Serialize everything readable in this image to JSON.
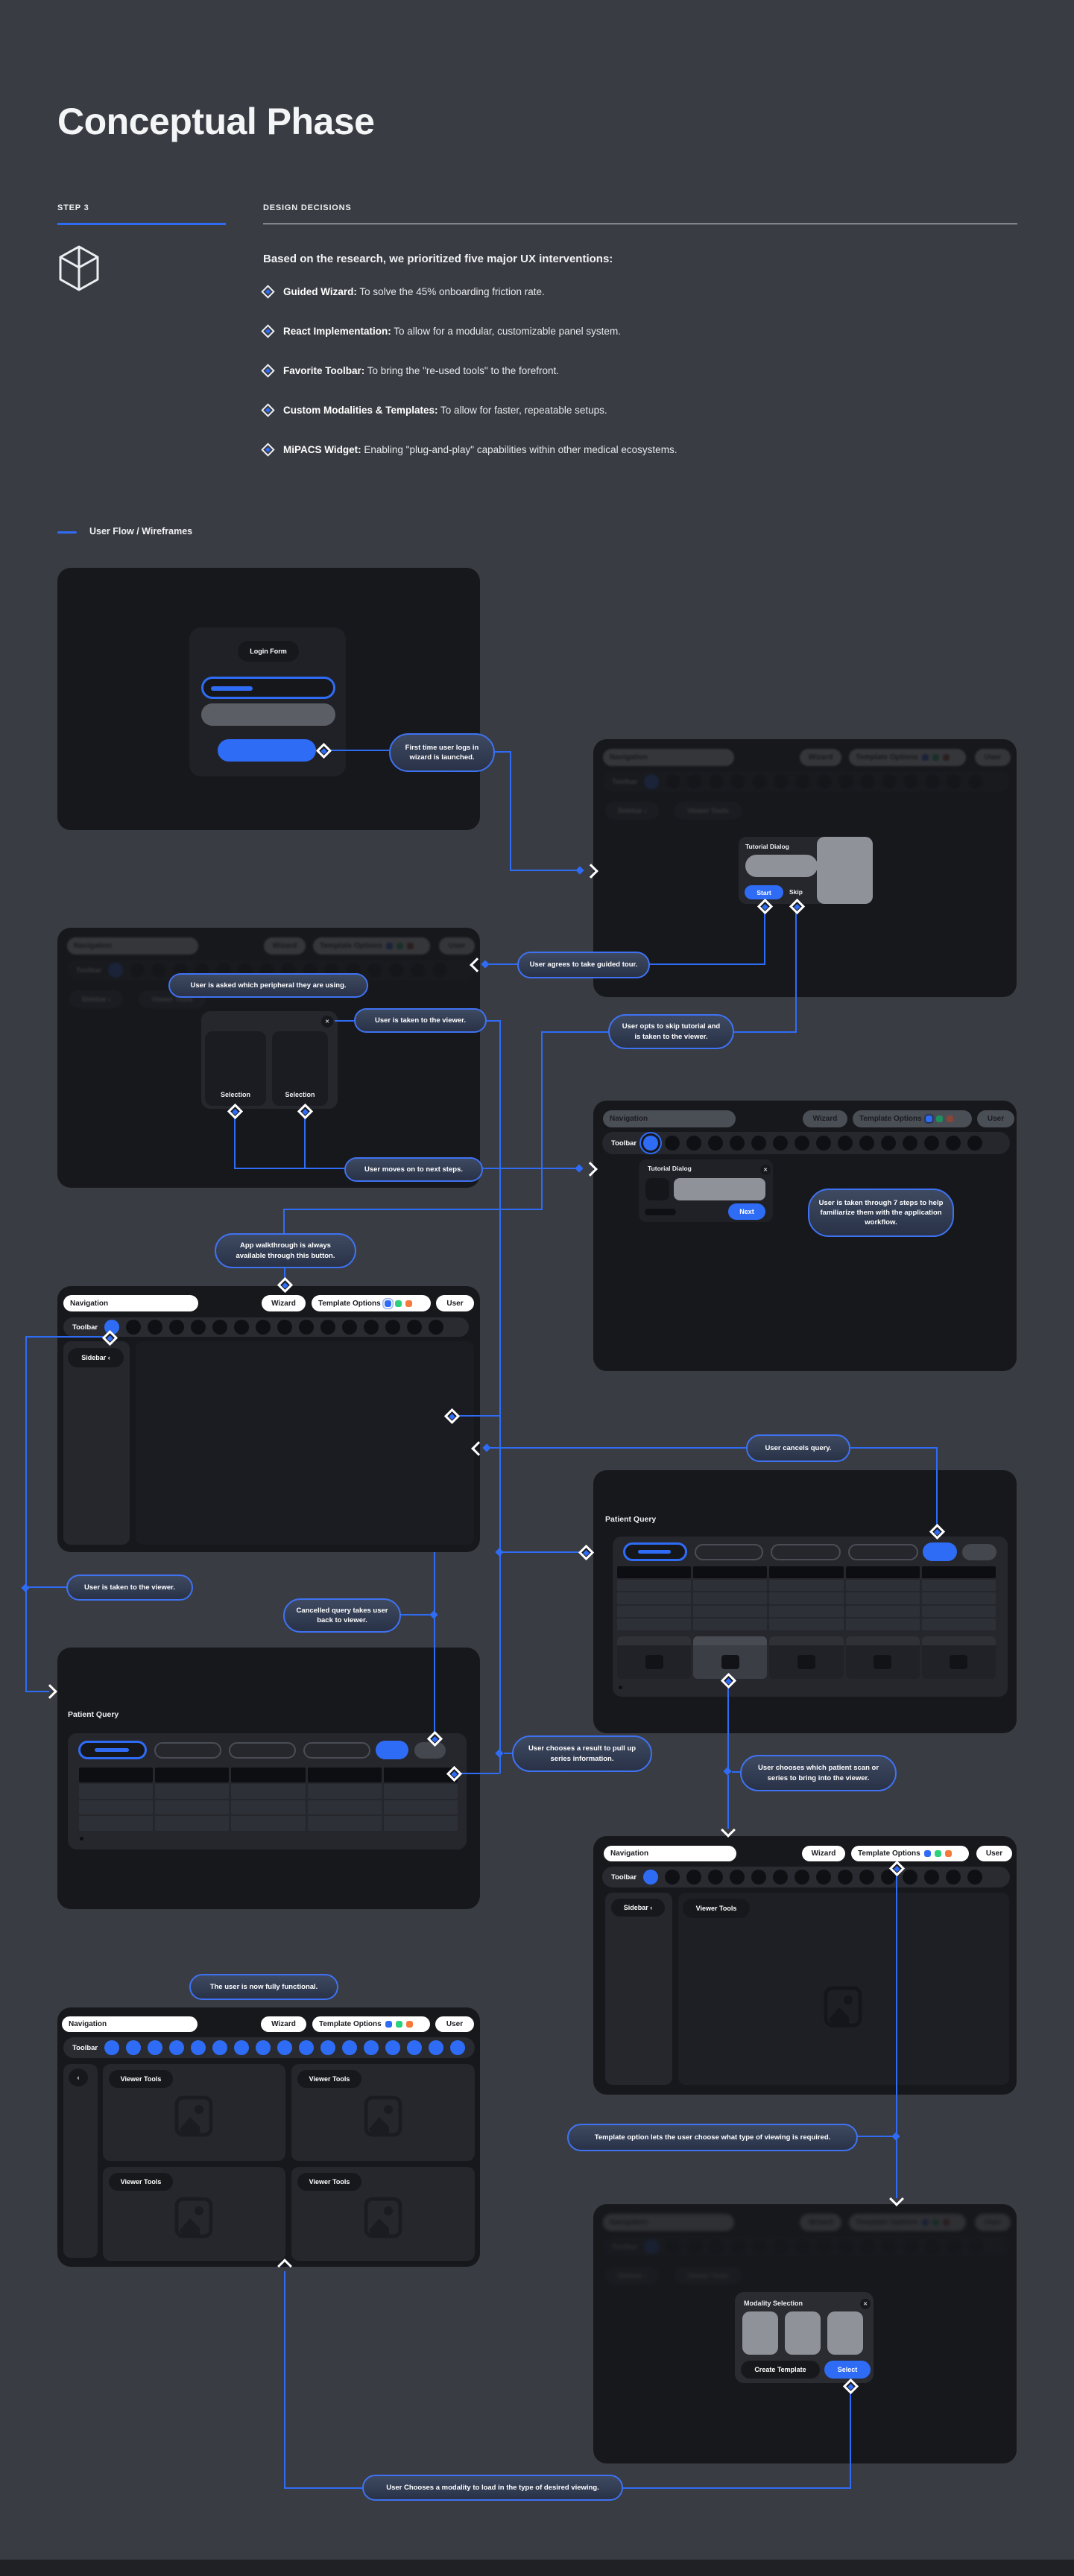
{
  "header": {
    "title": "Conceptual Phase",
    "step_label": "STEP 3",
    "section_label": "DESIGN DECISIONS",
    "intro": "Based on the research, we prioritized five major UX interventions:",
    "interventions": [
      {
        "name": "Guided Wizard:",
        "desc": "To solve the 45% onboarding friction rate."
      },
      {
        "name": "React Implementation:",
        "desc": "To allow for a modular, customizable panel system."
      },
      {
        "name": "Favorite Toolbar:",
        "desc": "To bring the \"re-used tools\" to the forefront."
      },
      {
        "name": "Custom Modalities & Templates:",
        "desc": "To allow for faster, repeatable setups."
      },
      {
        "name": "MiPACS Widget:",
        "desc": "Enabling \"plug-and-play\" capabilities within other medical ecosystems."
      }
    ],
    "flow_section_label": "User Flow / Wireframes"
  },
  "chrome": {
    "navigation": "Navigation",
    "wizard": "Wizard",
    "template_options": "Template Options",
    "user": "User",
    "toolbar": "Toolbar",
    "sidebar": "Sidebar ‹",
    "collapse": "‹",
    "viewer_tools": "Viewer Tools"
  },
  "wireframes": {
    "login": {
      "title": "Login Form"
    },
    "tutorial_dialog": {
      "title": "Tutorial Dialog",
      "start": "Start",
      "skip": "Skip",
      "close": "✕"
    },
    "peripheral": {
      "selection_left": "Selection",
      "selection_right": "Selection",
      "close": "✕"
    },
    "tutorial_steps": {
      "title": "Tutorial Dialog",
      "next": "Next",
      "close": "✕"
    },
    "patient_query_a": {
      "title": "Patient Query"
    },
    "patient_query_b": {
      "title": "Patient Query"
    },
    "modality": {
      "title": "Modality Selection",
      "create_template": "Create Template",
      "select": "Select",
      "close": "✕"
    }
  },
  "callouts": {
    "c1": "First time user logs in wizard is launched.",
    "c2": "User agrees to take guided tour.",
    "c3": "User is asked which peripheral they are using.",
    "c4": "User is taken to the viewer.",
    "c5": "User moves on to next steps.",
    "c6": "User opts to skip tutorial and is taken to the viewer.",
    "c7": "User is taken through 7 steps to help familiarize them with the application workflow.",
    "c8": "App walkthrough is always available through this button.",
    "c9": "User cancels query.",
    "c10": "User is taken to the viewer.",
    "c11": "Cancelled query takes user back to viewer.",
    "c12": "User chooses a result to pull up series information.",
    "c13": "User chooses which patient scan or series to bring into the viewer.",
    "c14": "The user is now fully functional.",
    "c15": "Template option lets the user choose what type of viewing is required.",
    "c16": "User Chooses a modality to load in the type of desired viewing."
  },
  "colors": {
    "accent": "#2f6cf6",
    "green": "#2bd17c",
    "orange": "#f4793b",
    "panel_bg": "#17181c",
    "page_bg": "#393c42"
  }
}
